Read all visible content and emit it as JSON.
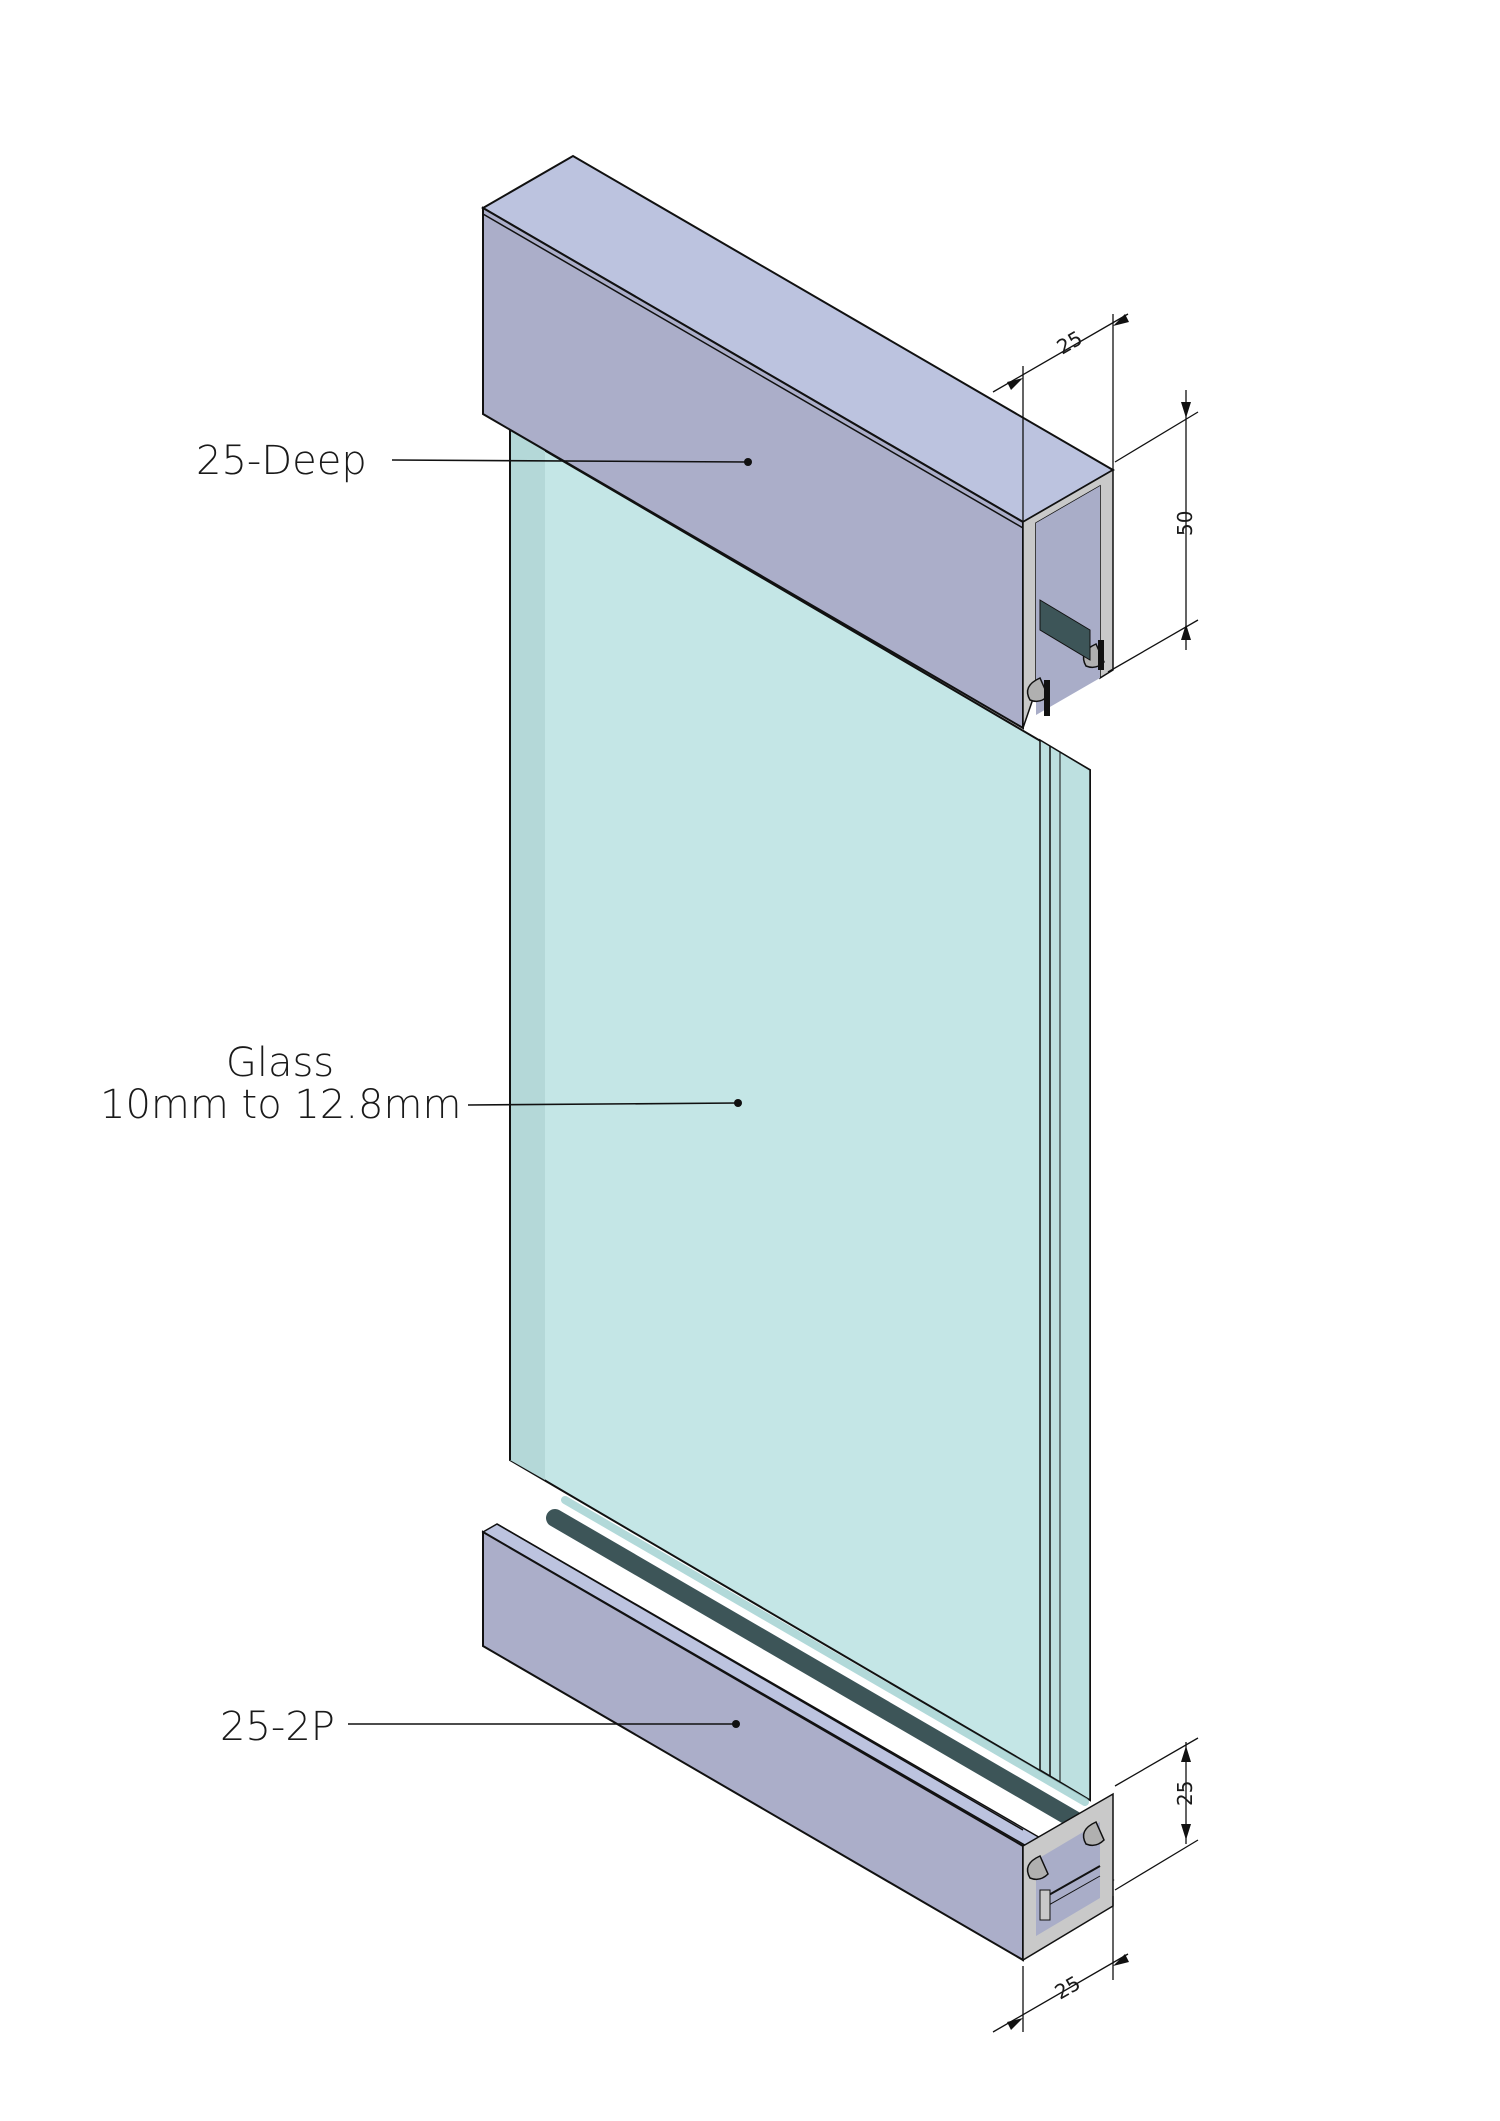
{
  "labels": {
    "top_profile": "25-Deep",
    "glass_title": "Glass",
    "glass_thickness": "10mm to 12.8mm",
    "bottom_profile": "25-2P"
  },
  "dimensions": {
    "top_width": "25",
    "top_height": "50",
    "bottom_height": "25",
    "bottom_width": "25"
  },
  "colors": {
    "profile_front": "#abaec9",
    "profile_top": "#bcc3df",
    "profile_section": "#c9c9c9",
    "glass_face": "#c4e6e6",
    "glass_edge": "#b4d8d8",
    "gasket": "#3d5558",
    "outline": "#111111"
  }
}
